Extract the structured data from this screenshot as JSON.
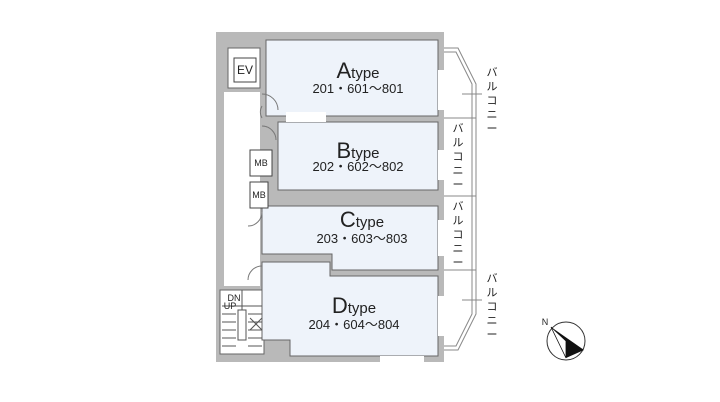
{
  "units": [
    {
      "id": "a",
      "letter": "A",
      "suffix": "type",
      "rooms": "201・601～801"
    },
    {
      "id": "b",
      "letter": "B",
      "suffix": "type",
      "rooms": "202・602～802"
    },
    {
      "id": "c",
      "letter": "C",
      "suffix": "type",
      "rooms": "203・603～803"
    },
    {
      "id": "d",
      "letter": "D",
      "suffix": "type",
      "rooms": "204・604～804"
    }
  ],
  "labels": {
    "ev": "EV",
    "mb": "MB",
    "dn": "DN",
    "up": "UP",
    "north": "N"
  },
  "balcony": {
    "chars": [
      "バ",
      "ル",
      "コ",
      "ニ",
      "ー"
    ]
  },
  "colors": {
    "wall": "#b9b9b9",
    "room_fill": "#eef3fa",
    "line": "#666666"
  }
}
